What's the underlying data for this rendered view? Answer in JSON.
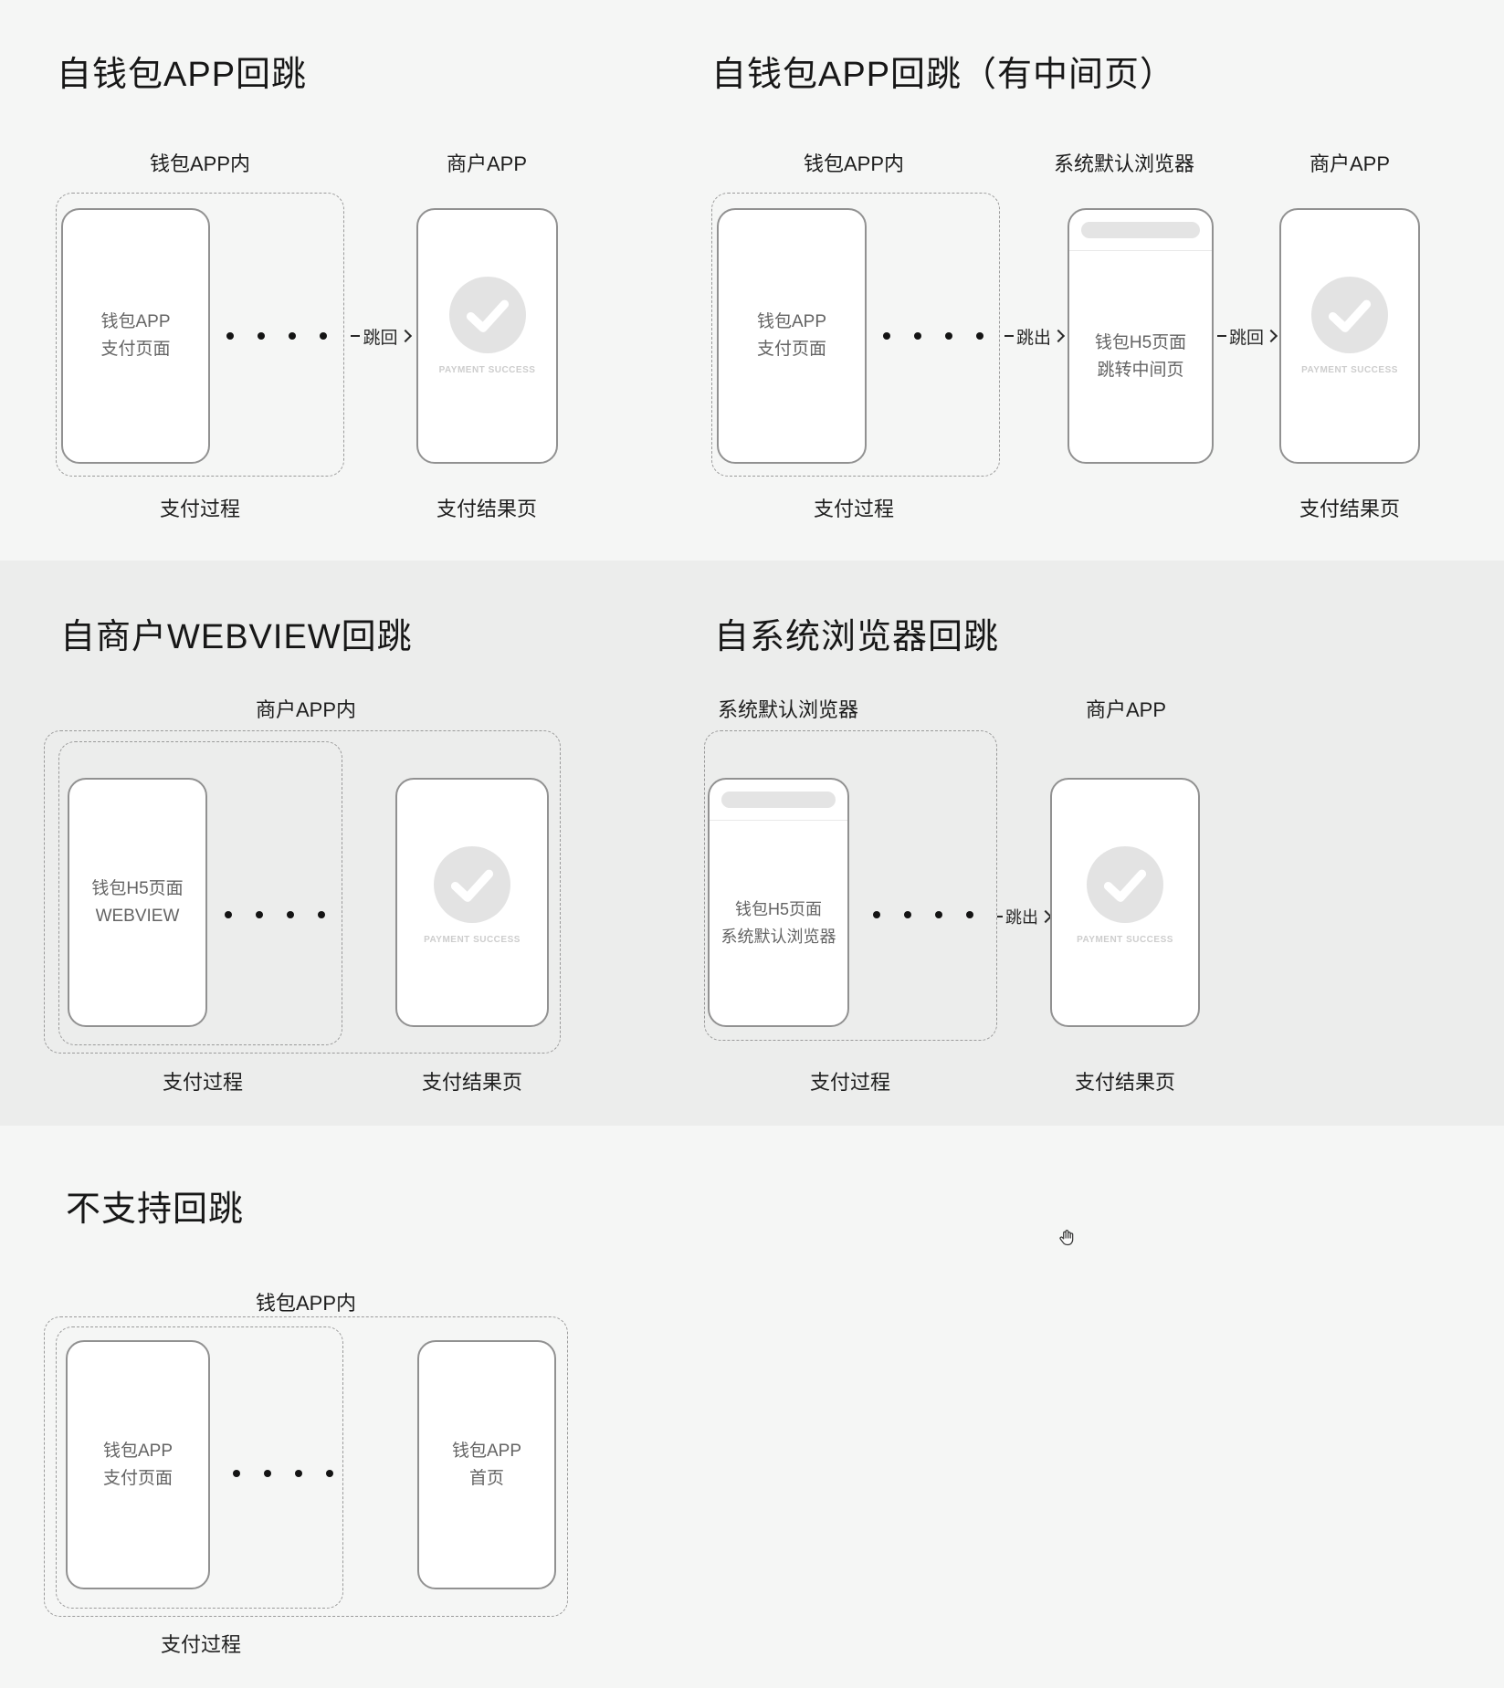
{
  "colors": {
    "page_bg": "#f5f6f5",
    "band_bg": "#ecedec",
    "phone_border": "#919191",
    "dashed_border": "#9b9b9b",
    "title_text": "#171717",
    "phone_text": "#646464",
    "success_text": "#cdcdcd",
    "check_circle": "#e3e3e3"
  },
  "common": {
    "payment_success": "PAYMENT SUCCESS",
    "pay_process": "支付过程",
    "pay_result": "支付结果页",
    "jump_back": "跳回",
    "jump_out": "跳出"
  },
  "sections": {
    "wallet_app_return": {
      "title": "自钱包APP回跳",
      "wallet_container_label": "钱包APP内",
      "merchant_label": "商户APP",
      "pay_phone": {
        "line1": "钱包APP",
        "line2": "支付页面"
      }
    },
    "wallet_app_return_interpage": {
      "title": "自钱包APP回跳（有中间页）",
      "wallet_container_label": "钱包APP内",
      "browser_label": "系统默认浏览器",
      "merchant_label": "商户APP",
      "pay_phone": {
        "line1": "钱包APP",
        "line2": "支付页面"
      },
      "h5_phone": {
        "line1": "钱包H5页面",
        "line2": "跳转中间页"
      }
    },
    "merchant_webview_return": {
      "title": "自商户WEBVIEW回跳",
      "container_label": "商户APP内",
      "h5_phone": {
        "line1": "钱包H5页面",
        "line2": "WEBVIEW"
      }
    },
    "system_browser_return": {
      "title": "自系统浏览器回跳",
      "browser_label": "系统默认浏览器",
      "merchant_label": "商户APP",
      "h5_phone": {
        "line1": "钱包H5页面",
        "line2": "系统默认浏览器"
      }
    },
    "no_return": {
      "title": "不支持回跳",
      "container_label": "钱包APP内",
      "pay_phone": {
        "line1": "钱包APP",
        "line2": "支付页面"
      },
      "home_phone": {
        "line1": "钱包APP",
        "line2": "首页"
      }
    }
  }
}
